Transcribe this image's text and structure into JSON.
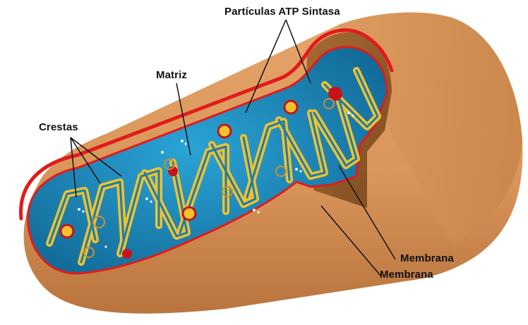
{
  "labels": {
    "atp_synthase": "Partículas ATP Sintasa",
    "matrix": "Matriz",
    "cristae": "Crestas",
    "membrane_inner": "Membrana",
    "membrane_outer": "Membrana"
  },
  "colors": {
    "outer_body": "#d9955a",
    "outer_shadow": "#b9753f",
    "membrane_red": "#e11b1b",
    "intermembrane": "#c98a4e",
    "matrix_blue": "#1e8fc0",
    "matrix_dark": "#17618a",
    "crista_yellow": "#f2c12e",
    "granule_red": "#c4141a",
    "label_text": "#111111"
  }
}
